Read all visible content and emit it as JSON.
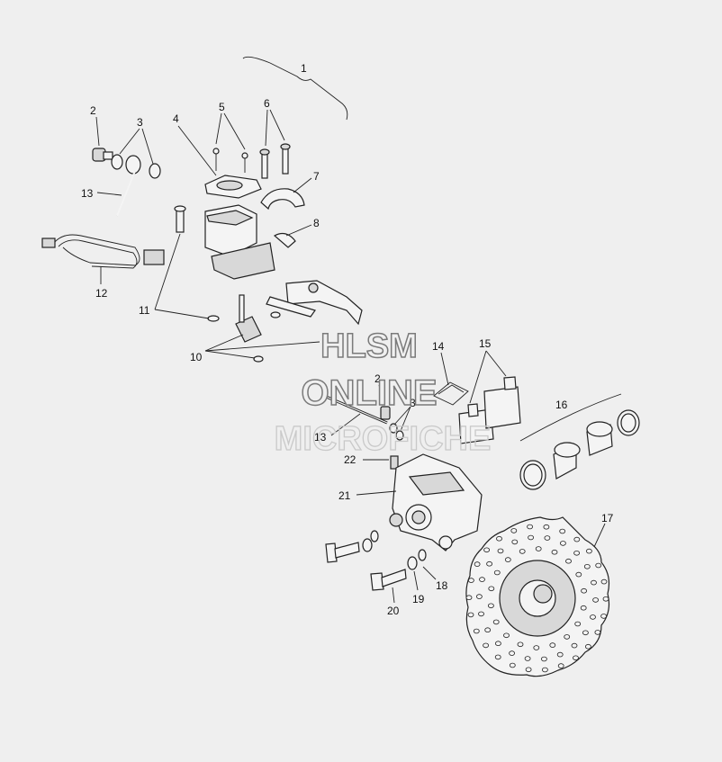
{
  "callouts": {
    "c1": "1",
    "c2a": "2",
    "c3a": "3",
    "c4": "4",
    "c5": "5",
    "c6": "6",
    "c7": "7",
    "c8": "8",
    "c13a": "13",
    "c12": "12",
    "c11": "11",
    "c10": "10",
    "c14": "14",
    "c15": "15",
    "c16": "16",
    "c2b": "2",
    "c3b": "3",
    "c13b": "13",
    "c22": "22",
    "c21": "21",
    "c17": "17",
    "c18": "18",
    "c19": "19",
    "c20": "20"
  },
  "watermark": {
    "line1": "HLSM",
    "line2": "ONLINE",
    "line3": "MICROFICHE"
  },
  "colors": {
    "background": "#efefef",
    "line": "#222222",
    "part_fill": "#d8d8d8",
    "watermark": "#7a7a7a"
  }
}
